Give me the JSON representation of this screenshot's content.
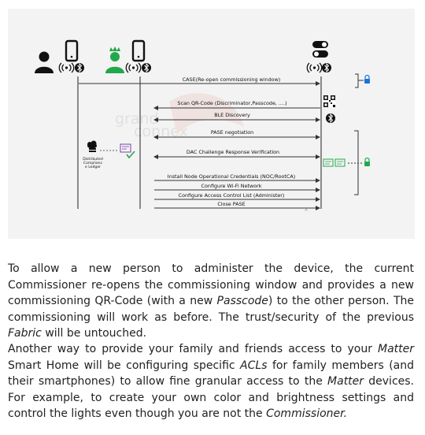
{
  "diagram": {
    "messages": [
      "CASE(Re-open commissioning window)",
      "Scan QR-Code (Discriminator,Passcode, ....)",
      "BLE Discovery",
      "PASE negotiation",
      "DAC Challenge Response Verification",
      "Install Node Operational Credentials (NOC/RootCA)",
      "Configure Wi-Fi Network",
      "Configure Access Control List (Administer)",
      "Close PASE"
    ],
    "ledger_label": [
      "Distributed",
      "Complianc",
      "e Ledger"
    ],
    "watermark": [
      "grand",
      "connex"
    ],
    "colors": {
      "accent_green": "#22a84a",
      "lock_blue": "#1a73d9",
      "line": "#333333"
    }
  },
  "paragraphs": [
    [
      {
        "t": "To allow a new person to administer the device, the current Commissioner re-opens the commissioning window and provides a new commissioning QR-Code (with a new "
      },
      {
        "t": "Passcode",
        "i": true
      },
      {
        "t": ") to the other person. The commissioning will work as before. The trust/security of the previous "
      },
      {
        "t": "Fabric",
        "i": true
      },
      {
        "t": " will be untouched."
      }
    ],
    [
      {
        "t": "Another way to provide your family and friends access to your "
      },
      {
        "t": "Matter",
        "i": true
      },
      {
        "t": " Smart Home will be configuring specific "
      },
      {
        "t": "ACLs",
        "i": true
      },
      {
        "t": " for family members (and their smartphones) to allow fine granular access to the "
      },
      {
        "t": "Matter",
        "i": true
      },
      {
        "t": " devices. For example, to create your own color and brightness settings and control the lights even though you are not the "
      },
      {
        "t": "Commissioner.",
        "i": true
      }
    ]
  ]
}
